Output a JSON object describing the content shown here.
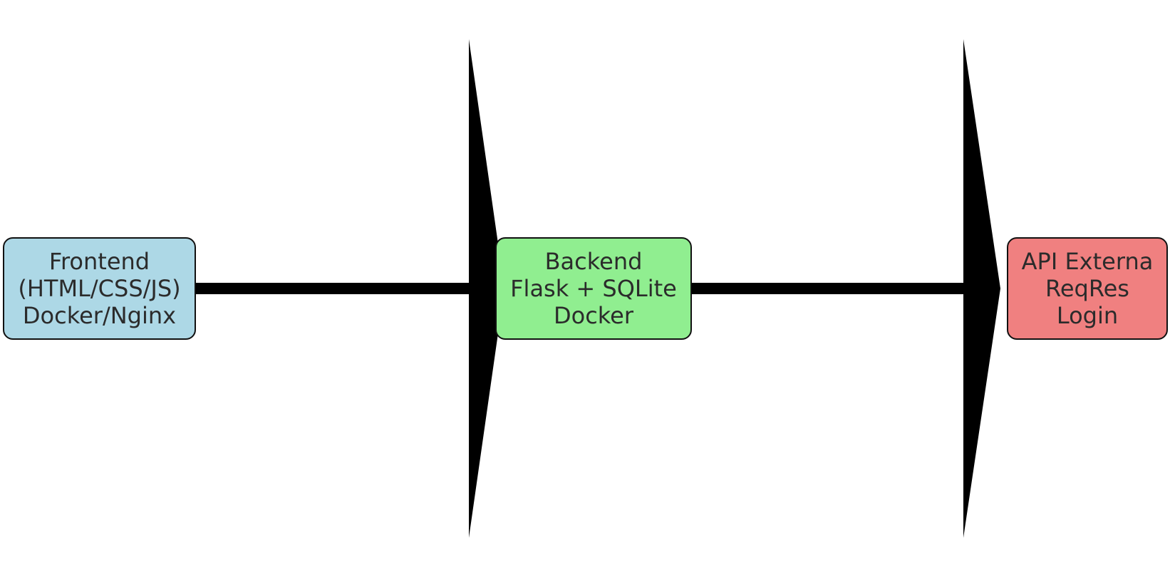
{
  "nodes": {
    "frontend": {
      "lines": [
        "Frontend",
        "(HTML/CSS/JS)",
        "Docker/Nginx"
      ],
      "color": "#add8e6"
    },
    "backend": {
      "lines": [
        "Backend",
        "Flask + SQLite",
        "Docker"
      ],
      "color": "#90ee90"
    },
    "api": {
      "lines": [
        "API Externa",
        "ReqRes",
        "Login"
      ],
      "color": "#f08080"
    }
  },
  "edges": [
    {
      "from": "frontend",
      "to": "backend"
    },
    {
      "from": "backend",
      "to": "api"
    }
  ],
  "colors": {
    "arrow": "#000000",
    "border": "#111111",
    "text": "#2b2b2b"
  }
}
